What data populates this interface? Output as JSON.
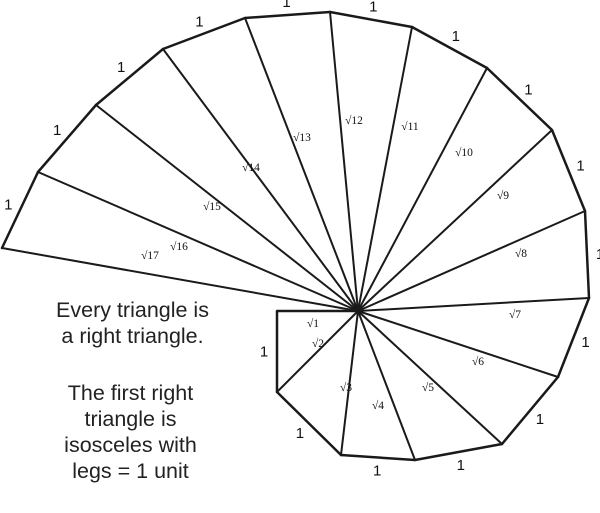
{
  "diagram": {
    "leg_label": "1",
    "hypotenuse_labels": [
      "√1",
      "√2",
      "√3",
      "√4",
      "√5",
      "√6",
      "√7",
      "√8",
      "√9",
      "√10",
      "√11",
      "√12",
      "√13",
      "√14",
      "√15",
      "√16",
      "√17"
    ],
    "caption_1": [
      "Every triangle is",
      "a right triangle."
    ],
    "caption_2": [
      "The first right",
      "triangle is",
      "isosceles with",
      "legs = 1 unit"
    ],
    "line_color": "#1a1a1a"
  }
}
